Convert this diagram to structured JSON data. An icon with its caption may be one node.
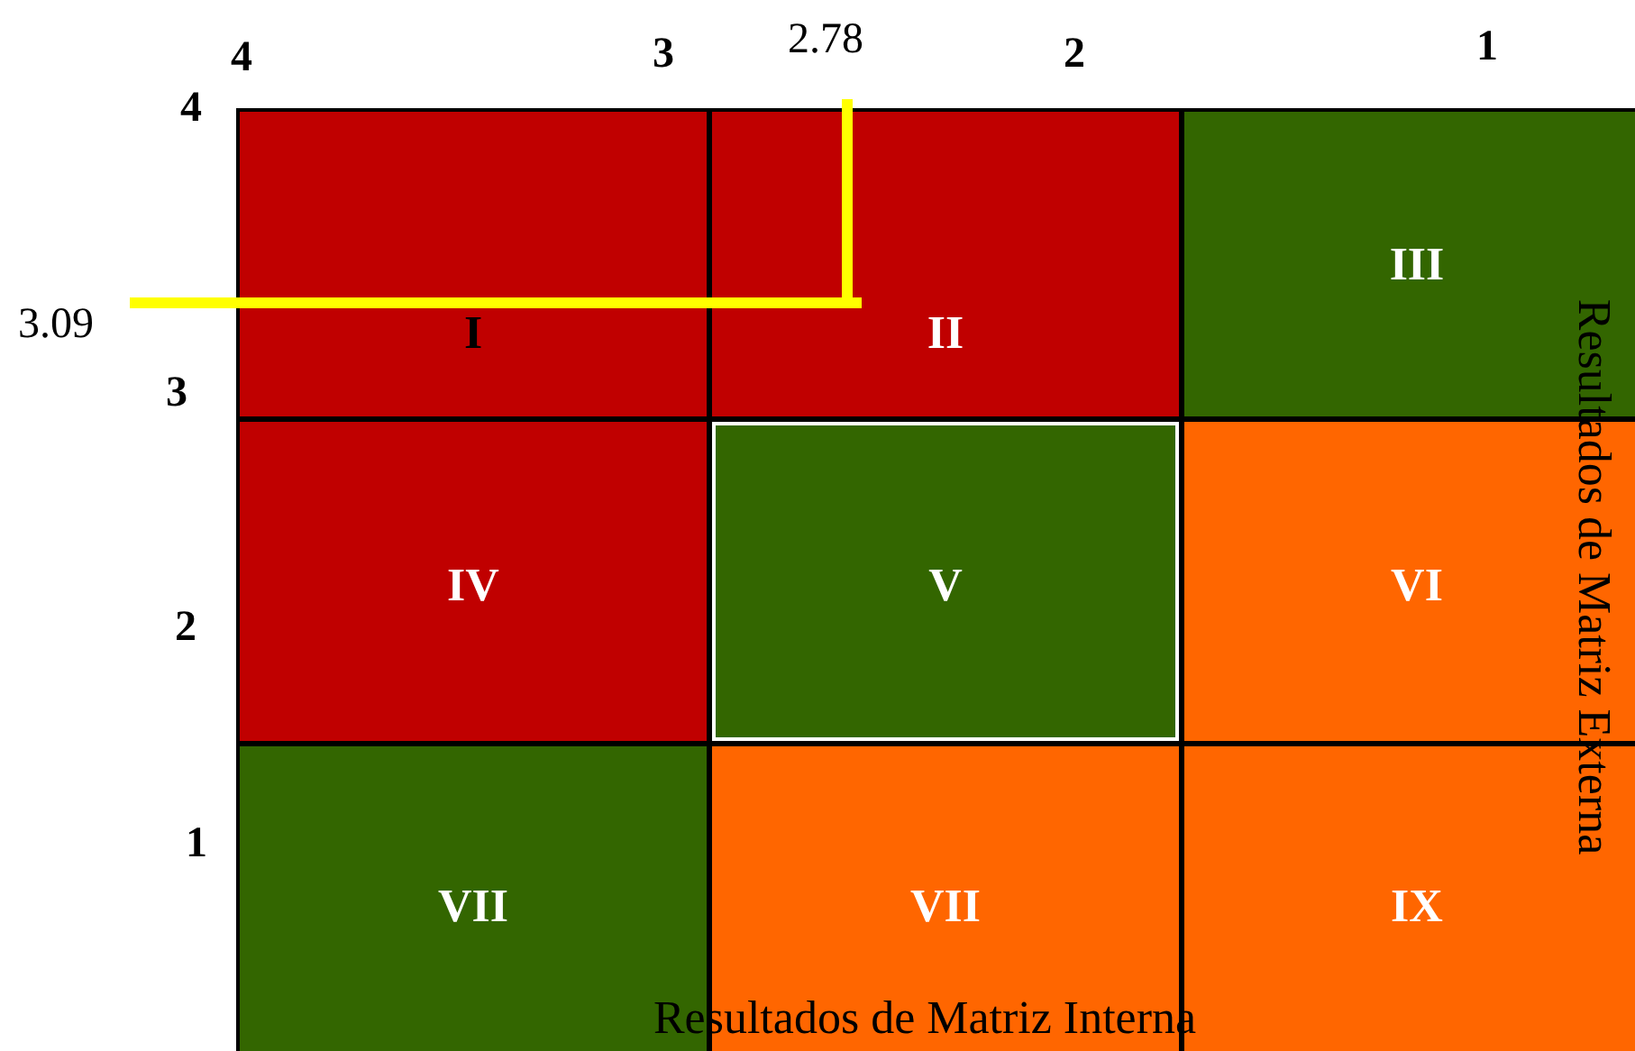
{
  "diagram": {
    "nodes": [
      {
        "text": [
          "I"
        ]
      },
      {
        "text": [
          "II"
        ]
      },
      {
        "text": [
          "III"
        ]
      },
      {
        "text": [
          "IV"
        ]
      },
      {
        "text": [
          "V"
        ]
      },
      {
        "text": [
          "VI"
        ]
      },
      {
        "text": [
          "VII"
        ]
      },
      {
        "text": [
          "VII"
        ]
      },
      {
        "text": [
          "IX"
        ]
      }
    ],
    "labels": [
      "4",
      "3",
      "2.78",
      "2",
      "1",
      "4",
      "3.09",
      "3",
      "2",
      "1",
      "Resultados de Matriz Externa",
      "Resultados de Matriz Interna"
    ]
  }
}
